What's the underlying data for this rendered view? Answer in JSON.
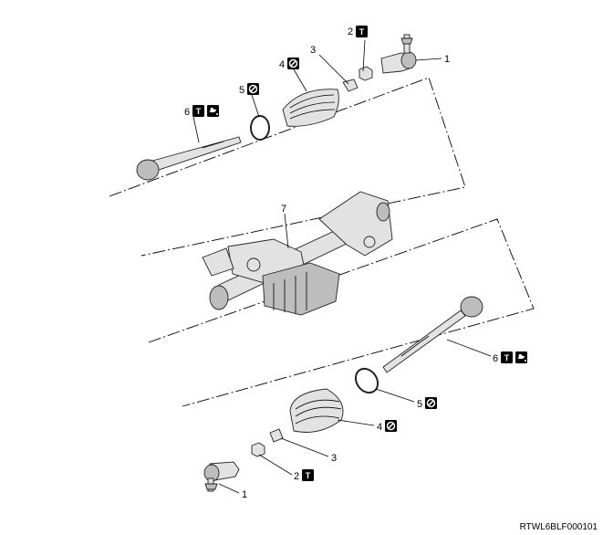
{
  "callouts": {
    "c1_top": "1",
    "c2_top": "2",
    "c3_top": "3",
    "c4_top": "4",
    "c5_top": "5",
    "c6_top": "6",
    "c7": "7",
    "c6_bottom": "6",
    "c5_bottom": "5",
    "c4_bottom": "4",
    "c3_bottom": "3",
    "c2_bottom": "2",
    "c1_bottom": "1"
  },
  "symbols": {
    "torque": "T",
    "no_reuse": "no-reuse-icon",
    "grease": "grease-icon"
  },
  "reference_code": "RTWL6BLF000101"
}
